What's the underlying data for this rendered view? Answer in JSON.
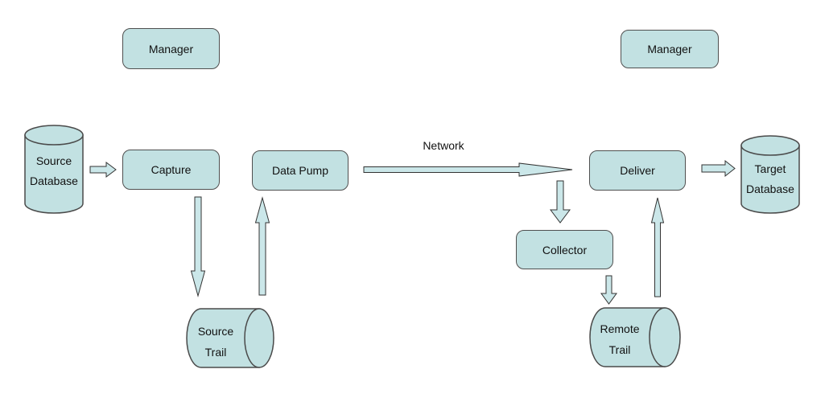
{
  "diagram": {
    "colors": {
      "background": "#ffffff",
      "shape_fill": "#c2e1e2",
      "shape_stroke": "#4a4a4a",
      "arrow_fill": "#cbe7e9",
      "arrow_stroke": "#333333",
      "text": "#111111"
    },
    "nodes": {
      "manager_left": {
        "label": "Manager",
        "shape": "rounded-rectangle"
      },
      "manager_right": {
        "label": "Manager",
        "shape": "rounded-rectangle"
      },
      "source_database": {
        "line1": "Source",
        "line2": "Database",
        "shape": "cylinder-vertical"
      },
      "capture": {
        "label": "Capture",
        "shape": "rounded-rectangle"
      },
      "data_pump": {
        "label": "Data Pump",
        "shape": "rounded-rectangle"
      },
      "deliver": {
        "label": "Deliver",
        "shape": "rounded-rectangle"
      },
      "target_database": {
        "line1": "Target",
        "line2": "Database",
        "shape": "cylinder-vertical"
      },
      "source_trail": {
        "line1": "Source",
        "line2": "Trail",
        "shape": "cylinder-horizontal"
      },
      "collector": {
        "label": "Collector",
        "shape": "rounded-rectangle"
      },
      "remote_trail": {
        "line1": "Remote",
        "line2": "Trail",
        "shape": "cylinder-horizontal"
      }
    },
    "edges": [
      {
        "from": "source_database",
        "to": "capture",
        "label": ""
      },
      {
        "from": "capture",
        "to": "source_trail",
        "label": ""
      },
      {
        "from": "source_trail",
        "to": "data_pump",
        "label": ""
      },
      {
        "from": "data_pump",
        "to": "deliver",
        "label": "Network"
      },
      {
        "from": "network",
        "to": "collector",
        "label": ""
      },
      {
        "from": "collector",
        "to": "remote_trail",
        "label": ""
      },
      {
        "from": "remote_trail",
        "to": "deliver",
        "label": ""
      },
      {
        "from": "deliver",
        "to": "target_database",
        "label": ""
      }
    ]
  }
}
